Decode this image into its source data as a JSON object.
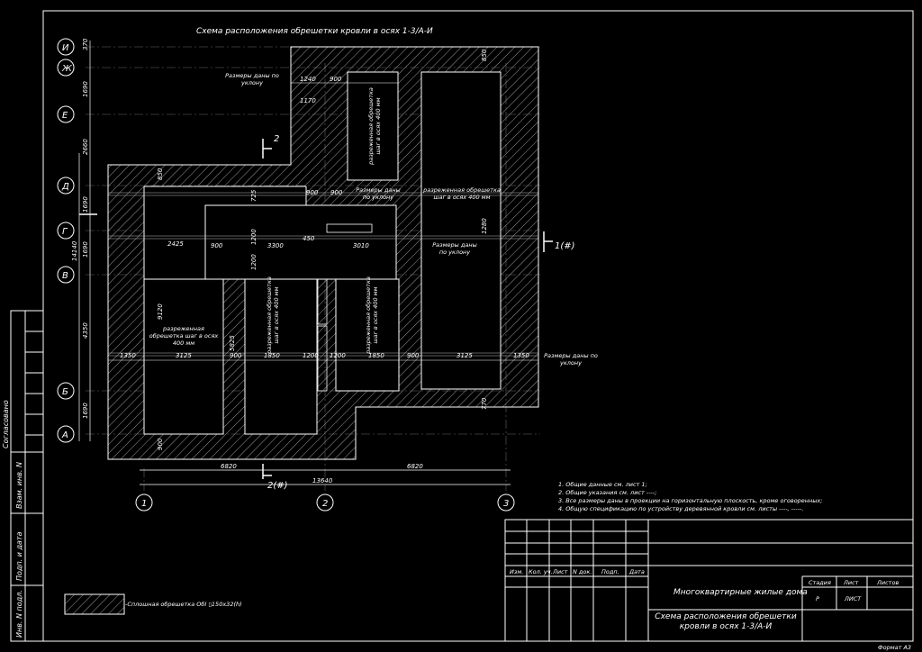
{
  "drawing": {
    "title": "Схема расположения обрешетки кровли в осях 1-3/А-И",
    "axes_rows": [
      "И",
      "Ж",
      "Е",
      "Д",
      "Г",
      "В",
      "Б",
      "А"
    ],
    "axes_cols": [
      "1",
      "2",
      "3"
    ],
    "left_dims": [
      "370",
      "1690",
      "2660",
      "1690",
      "1690",
      "14140",
      "4350",
      "1690"
    ],
    "top_dims": [
      "1240",
      "900",
      "1170",
      "850"
    ],
    "bottom_dims": [
      "6820",
      "6820",
      "13640"
    ],
    "mid_dims": [
      "1350",
      "3125",
      "900",
      "1850",
      "1200",
      "1200",
      "1850",
      "900",
      "3125",
      "1350"
    ],
    "inner_dims": [
      "2425",
      "900",
      "1200",
      "3300",
      "450",
      "3010",
      "900",
      "900",
      "725",
      "1280",
      "9120",
      "5825",
      "1200",
      "850",
      "900",
      "770"
    ],
    "section_marks": [
      "2",
      "1(#)",
      "2(#)"
    ],
    "labels": {
      "slope_size": "Размеры даны по уклону",
      "sparse_lathing": "разреженная обрешетка шаг в осях 400 мм"
    },
    "legend": "-Сплошная обрешетка ОбI ▯150x32(h)",
    "notes": [
      "1.  Общие данные см. лист 1;",
      "2.  Общие указания см. лист ----;",
      "3.  Все размеры даны в проекции на горизонтальную плоскость, кроме оговоренных;",
      "4.  Общую спецификацию по устройству деревянной кровли см. листы ----, -----."
    ]
  },
  "stamp": {
    "side_labels": [
      "Согласовано",
      "Взам. инв. N",
      "Подп. и дата",
      "Инв. N подл."
    ],
    "header_cols": [
      "Изм.",
      "Кол. уч.",
      "Лист",
      "N док.",
      "Подп.",
      "Дата"
    ],
    "project": "Многоквартирные жилые дома",
    "sheet_title": "Схема расположения обрешетки кровли в осях 1-3/А-И",
    "stage_label": "Стадия",
    "sheet_label": "Лист",
    "sheets_label": "Листов",
    "stage_value": "Р",
    "sheet_value": "ЛИСТ",
    "format": "Формат А3"
  }
}
